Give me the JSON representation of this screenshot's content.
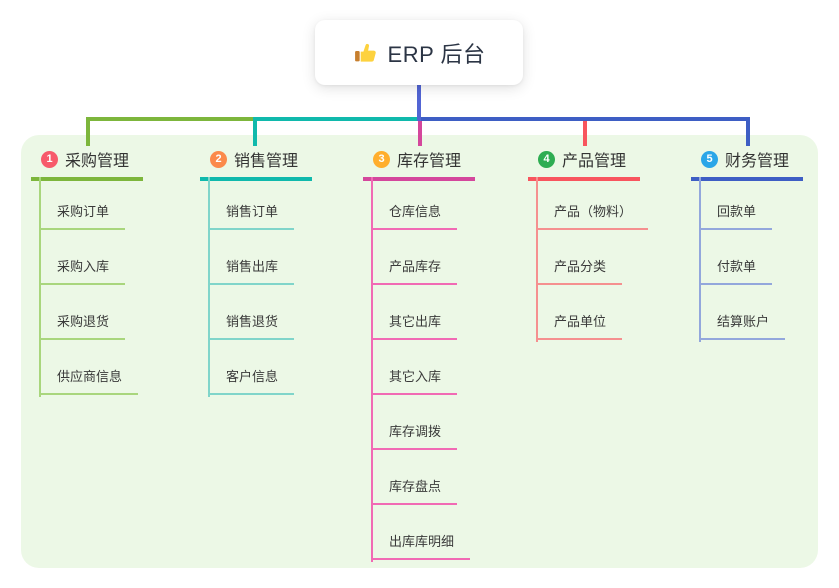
{
  "root": {
    "title": "ERP 后台",
    "icon": "thumbs-up-icon"
  },
  "colors": {
    "canvas_background": "#ffffff",
    "panel_background": "#ecf8e6",
    "stem": "#5265d4",
    "root_text": "#2c3545",
    "node_text": "#333333"
  },
  "branches": [
    {
      "index": "1",
      "label": "采购管理",
      "badge_color": "#f75a6b",
      "line_color": "#7db63c",
      "light_color": "#a9d67d",
      "children": [
        "采购订单",
        "采购入库",
        "采购退货",
        "供应商信息"
      ]
    },
    {
      "index": "2",
      "label": "销售管理",
      "badge_color": "#fb8a4b",
      "line_color": "#10b9ac",
      "light_color": "#80d5ca",
      "children": [
        "销售订单",
        "销售出库",
        "销售退货",
        "客户信息"
      ]
    },
    {
      "index": "3",
      "label": "库存管理",
      "badge_color": "#ffae2d",
      "line_color": "#d4479c",
      "light_color": "#f16ab4",
      "children": [
        "仓库信息",
        "产品库存",
        "其它出库",
        "其它入库",
        "库存调拨",
        "库存盘点",
        "出库库明细"
      ]
    },
    {
      "index": "4",
      "label": "产品管理",
      "badge_color": "#2ead52",
      "line_color": "#f8555e",
      "light_color": "#f5908f",
      "children": [
        "产品（物料）",
        "产品分类",
        "产品单位"
      ]
    },
    {
      "index": "5",
      "label": "财务管理",
      "badge_color": "#2aa6e8",
      "line_color": "#3e5ec4",
      "light_color": "#93a7dc",
      "children": [
        "回款单",
        "付款单",
        "结算账户"
      ]
    }
  ]
}
